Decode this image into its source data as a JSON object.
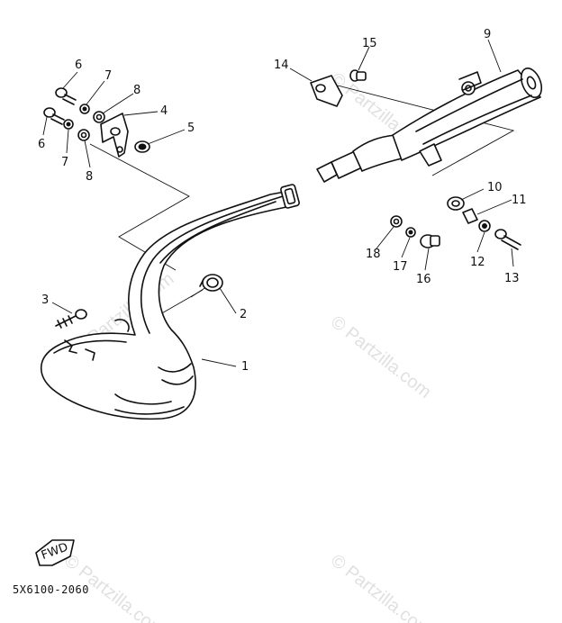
{
  "diagram": {
    "part_number": "5X6100-2060",
    "fwd_label": "FWD",
    "watermarks": [
      "© Partzilla.com",
      "© Partzilla.com",
      "© Partzilla.com",
      "© Partzilla.com",
      "© Partzilla.com"
    ],
    "callouts": [
      "1",
      "2",
      "3",
      "4",
      "5",
      "6",
      "6",
      "7",
      "7",
      "8",
      "8",
      "9",
      "10",
      "11",
      "12",
      "13",
      "14",
      "15",
      "16",
      "17",
      "18"
    ]
  }
}
